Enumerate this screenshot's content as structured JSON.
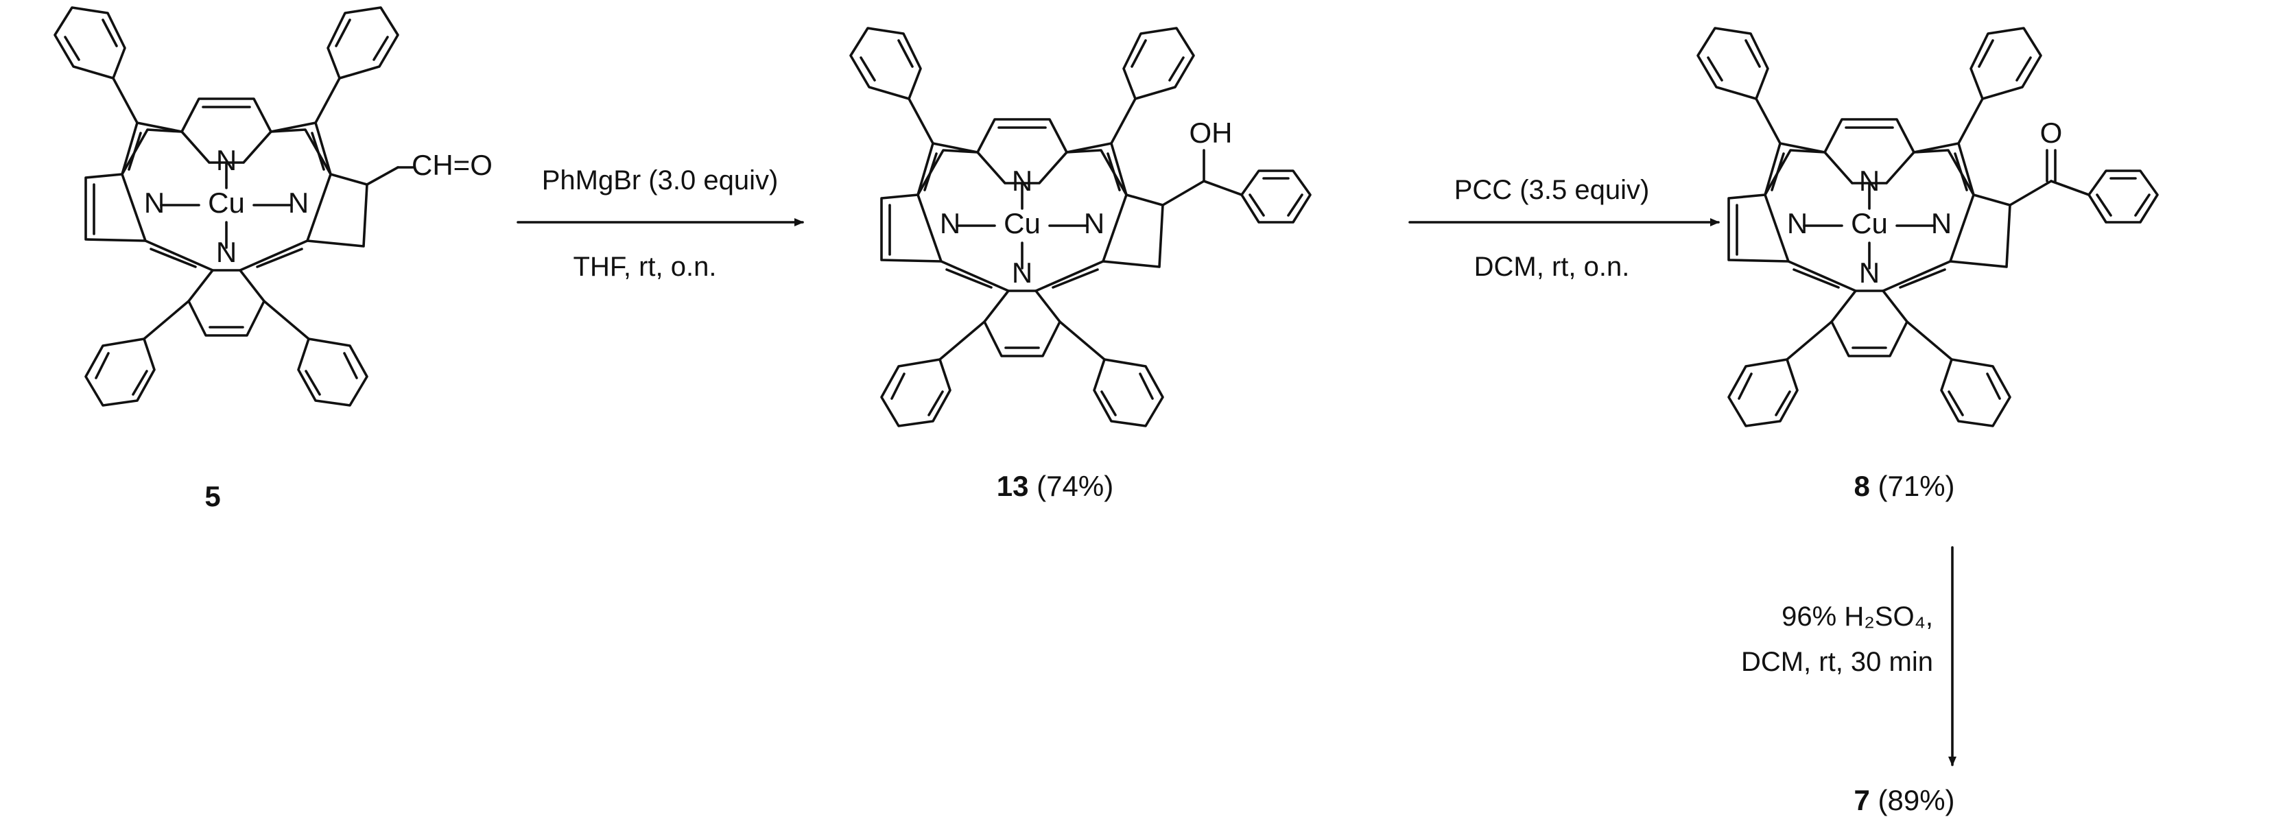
{
  "molecules": [
    {
      "compound": "5",
      "yield": "",
      "metal": "Cu",
      "nitrogen": "N",
      "substituent": "CH=O"
    },
    {
      "compound": "13",
      "yield": "(74%)",
      "metal": "Cu",
      "nitrogen": "N",
      "substituent": "OH"
    },
    {
      "compound": "8",
      "yield": "(71%)",
      "metal": "Cu",
      "nitrogen": "N",
      "substituent": "O"
    }
  ],
  "arrows": [
    {
      "above": "PhMgBr (3.0 equiv)",
      "below": "THF, rt, o.n."
    },
    {
      "above": "PCC (3.5 equiv)",
      "below": "DCM, rt, o.n."
    },
    {
      "line1": "96% H2SO4,",
      "line2": "DCM, rt, 30 min"
    }
  ],
  "final_product": {
    "compound": "7",
    "yield": "(89%)"
  },
  "colors": {
    "ink": "#111111",
    "background": "#ffffff"
  }
}
